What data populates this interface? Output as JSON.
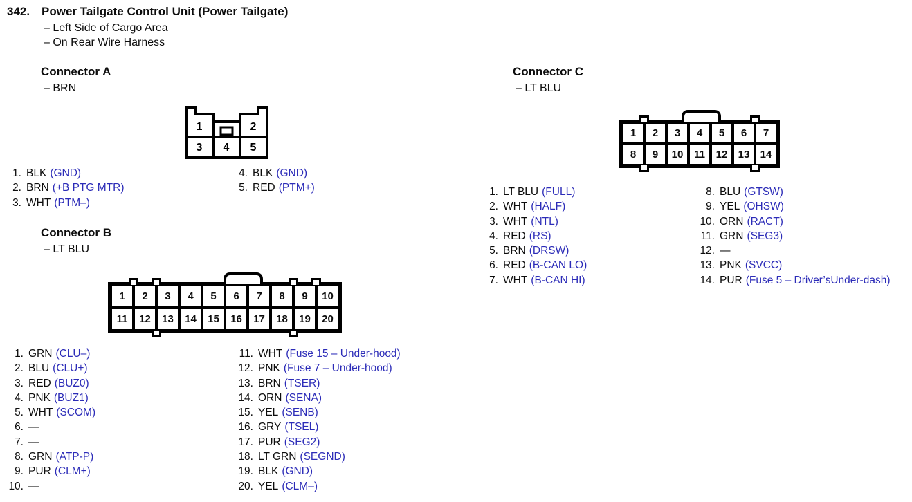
{
  "page": {
    "number": "342.",
    "title": "Power Tailgate Control Unit (Power Tailgate)",
    "location_lines": [
      "– Left Side of Cargo Area",
      "– On Rear Wire Harness"
    ]
  },
  "colors": {
    "signal_text": "#2c2cb8",
    "body_text": "#0d0d0d",
    "line": "#000000",
    "background": "#ffffff"
  },
  "connector_a": {
    "heading": "Connector A",
    "color_label": "– BRN",
    "diagram_pins": {
      "p1": "1",
      "p2": "2",
      "p3": "3",
      "p4": "4",
      "p5": "5"
    },
    "pins_left": [
      {
        "num": "1.",
        "wire": "BLK",
        "signal": "(GND)"
      },
      {
        "num": "2.",
        "wire": "BRN",
        "signal": "(+B PTG MTR)"
      },
      {
        "num": "3.",
        "wire": "WHT",
        "signal": "(PTM–)"
      }
    ],
    "pins_right": [
      {
        "num": "4.",
        "wire": "BLK",
        "signal": "(GND)"
      },
      {
        "num": "5.",
        "wire": "RED",
        "signal": "(PTM+)"
      }
    ]
  },
  "connector_b": {
    "heading": "Connector B",
    "color_label": "– LT BLU",
    "grid_rows": [
      [
        "1",
        "2",
        "3",
        "4",
        "5",
        "6",
        "7",
        "8",
        "9",
        "10"
      ],
      [
        "11",
        "12",
        "13",
        "14",
        "15",
        "16",
        "17",
        "18",
        "19",
        "20"
      ]
    ],
    "pins_left": [
      {
        "num": "1.",
        "wire": "GRN",
        "signal": "(CLU–)"
      },
      {
        "num": "2.",
        "wire": "BLU",
        "signal": "(CLU+)"
      },
      {
        "num": "3.",
        "wire": "RED",
        "signal": "(BUZ0)"
      },
      {
        "num": "4.",
        "wire": "PNK",
        "signal": "(BUZ1)"
      },
      {
        "num": "5.",
        "wire": "WHT",
        "signal": "(SCOM)"
      },
      {
        "num": "6.",
        "wire": "—",
        "signal": ""
      },
      {
        "num": "7.",
        "wire": "—",
        "signal": ""
      },
      {
        "num": "8.",
        "wire": "GRN",
        "signal": "(ATP-P)"
      },
      {
        "num": "9.",
        "wire": "PUR",
        "signal": "(CLM+)"
      },
      {
        "num": "10.",
        "wire": "—",
        "signal": ""
      }
    ],
    "pins_right": [
      {
        "num": "11.",
        "wire": "WHT",
        "signal": "(Fuse 15 – Under-hood)"
      },
      {
        "num": "12.",
        "wire": "PNK",
        "signal": "(Fuse 7 – Under-hood)"
      },
      {
        "num": "13.",
        "wire": "BRN",
        "signal": "(TSER)"
      },
      {
        "num": "14.",
        "wire": "ORN",
        "signal": "(SENA)"
      },
      {
        "num": "15.",
        "wire": "YEL",
        "signal": "(SENB)"
      },
      {
        "num": "16.",
        "wire": "GRY",
        "signal": "(TSEL)"
      },
      {
        "num": "17.",
        "wire": "PUR",
        "signal": "(SEG2)"
      },
      {
        "num": "18.",
        "wire": "LT GRN",
        "signal": "(SEGND)"
      },
      {
        "num": "19.",
        "wire": "BLK",
        "signal": "(GND)"
      },
      {
        "num": "20.",
        "wire": "YEL",
        "signal": "(CLM–)"
      }
    ]
  },
  "connector_c": {
    "heading": "Connector C",
    "color_label": "– LT BLU",
    "grid_rows": [
      [
        "1",
        "2",
        "3",
        "4",
        "5",
        "6",
        "7"
      ],
      [
        "8",
        "9",
        "10",
        "11",
        "12",
        "13",
        "14"
      ]
    ],
    "pins_left": [
      {
        "num": "1.",
        "wire": "LT BLU",
        "signal": "(FULL)"
      },
      {
        "num": "2.",
        "wire": "WHT",
        "signal": "(HALF)"
      },
      {
        "num": "3.",
        "wire": "WHT",
        "signal": "(NTL)"
      },
      {
        "num": "4.",
        "wire": "RED",
        "signal": "(RS)"
      },
      {
        "num": "5.",
        "wire": "BRN",
        "signal": "(DRSW)"
      },
      {
        "num": "6.",
        "wire": "RED",
        "signal": "(B-CAN LO)"
      },
      {
        "num": "7.",
        "wire": "WHT",
        "signal": "(B-CAN HI)"
      }
    ],
    "pins_right": [
      {
        "num": "8.",
        "wire": "BLU",
        "signal": "(GTSW)"
      },
      {
        "num": "9.",
        "wire": "YEL",
        "signal": "(OHSW)"
      },
      {
        "num": "10.",
        "wire": "ORN",
        "signal": "(RACT)"
      },
      {
        "num": "11.",
        "wire": "GRN",
        "signal": "(SEG3)"
      },
      {
        "num": "12.",
        "wire": "—",
        "signal": ""
      },
      {
        "num": "13.",
        "wire": "PNK",
        "signal": "(SVCC)"
      },
      {
        "num": "14.",
        "wire": "PUR",
        "signal": "(Fuse 5 – Driver’sUnder-dash)"
      }
    ]
  }
}
